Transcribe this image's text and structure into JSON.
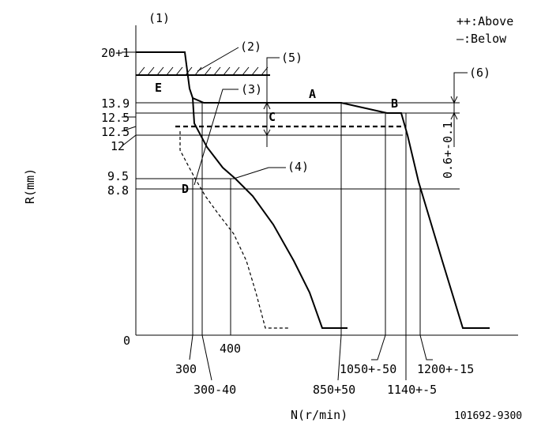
{
  "legend": {
    "above": "++:Above",
    "below": "—:Below"
  },
  "axes": {
    "y_label": "R(mm)",
    "x_label": "N(r/min)"
  },
  "drawing_number": "101692-9300",
  "y_ticks": [
    "20+1",
    "13.9",
    "12.5",
    "12.5",
    "12",
    "9.5",
    "8.8",
    "0"
  ],
  "x_ticks": [
    "300",
    "300-40",
    "400",
    "850+50",
    "1050+-50",
    "1140+-5",
    "1200+-15"
  ],
  "callouts": [
    "(1)",
    "(2)",
    "(3)",
    "(4)",
    "(5)",
    "(6)"
  ],
  "points": [
    "A",
    "B",
    "C",
    "D",
    "E"
  ],
  "dimension": "0.6+-0.1",
  "colors": {
    "line": "#000000",
    "background": "#ffffff"
  }
}
